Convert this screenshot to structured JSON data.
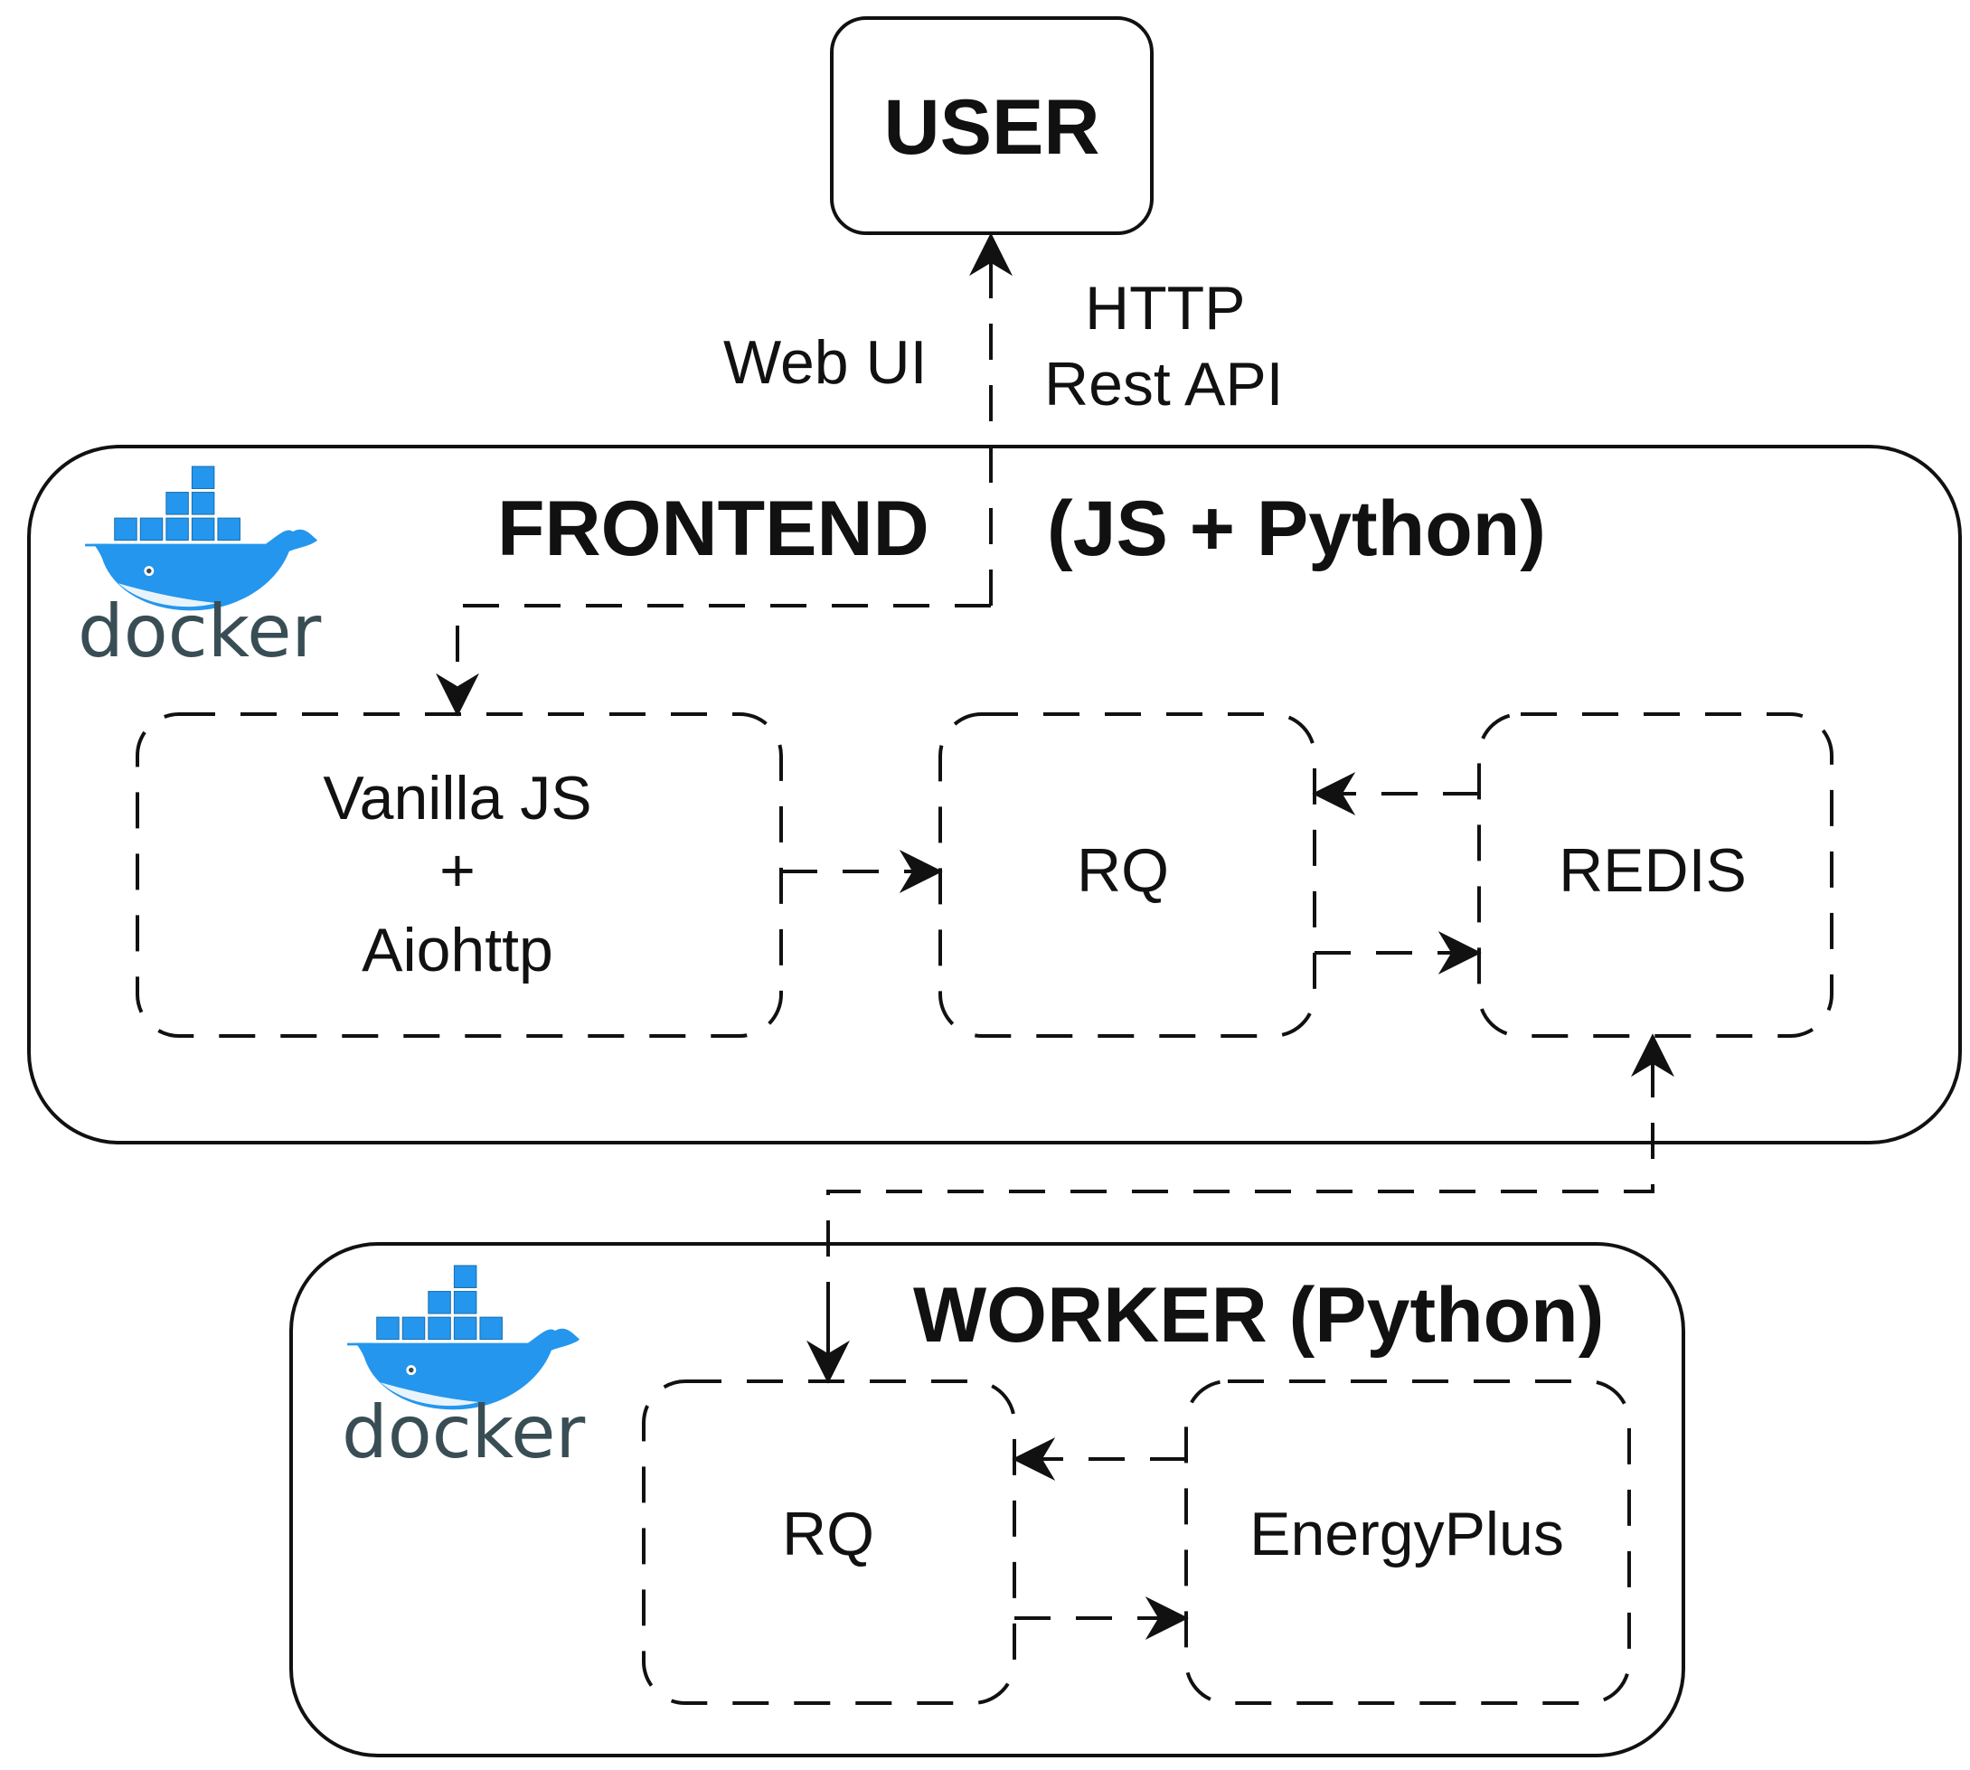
{
  "nodes": {
    "user": "USER",
    "frontend_title": "FRONTEND",
    "frontend_subtitle": "(JS + Python)",
    "worker_title": "WORKER (Python)",
    "vanilla_line1": "Vanilla JS",
    "vanilla_line2": "+",
    "vanilla_line3": "Aiohttp",
    "rq_frontend": "RQ",
    "redis": "REDIS",
    "rq_worker": "RQ",
    "energyplus": "EnergyPlus"
  },
  "edges": {
    "web_ui": "Web UI",
    "http": "HTTP",
    "rest_api": "Rest API"
  },
  "logos": {
    "docker_word": "docker",
    "docker_color": "#2496ed",
    "docker_text_color": "#394d54",
    "icon": "docker-whale-icon"
  }
}
